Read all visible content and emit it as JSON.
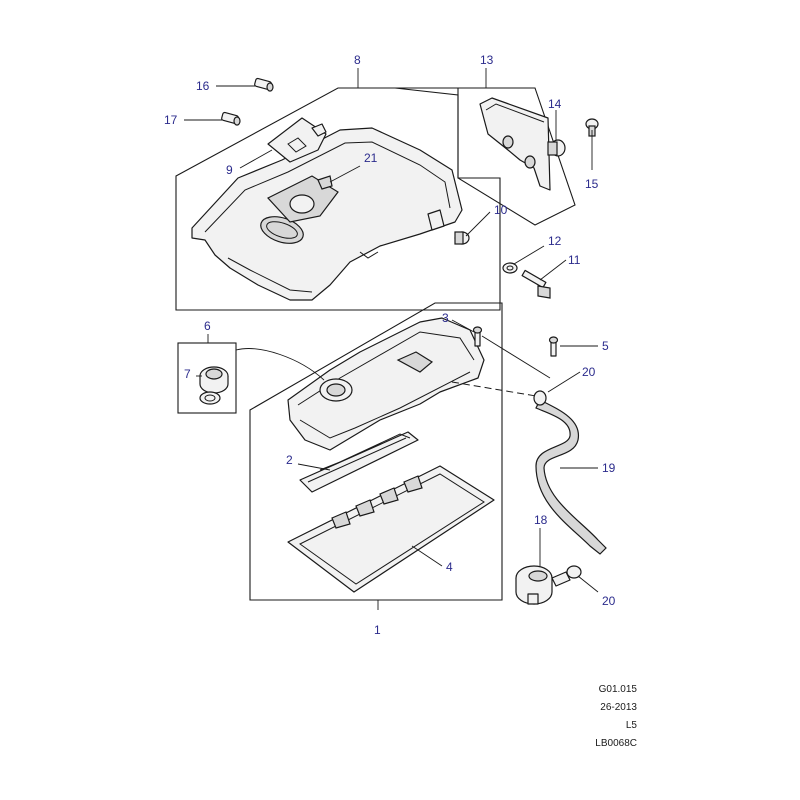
{
  "callouts": {
    "c1": "1",
    "c2": "2",
    "c3": "3",
    "c4": "4",
    "c5": "5",
    "c6": "6",
    "c7": "7",
    "c8": "8",
    "c9": "9",
    "c10": "10",
    "c11": "11",
    "c12": "12",
    "c13": "13",
    "c14": "14",
    "c15": "15",
    "c16": "16",
    "c17": "17",
    "c18": "18",
    "c19": "19",
    "c20a": "20",
    "c20b": "20",
    "c21": "21"
  },
  "reference": {
    "line1": "G01.015",
    "line2": "26-2013",
    "line3": "L5",
    "line4": "LB0068C"
  }
}
